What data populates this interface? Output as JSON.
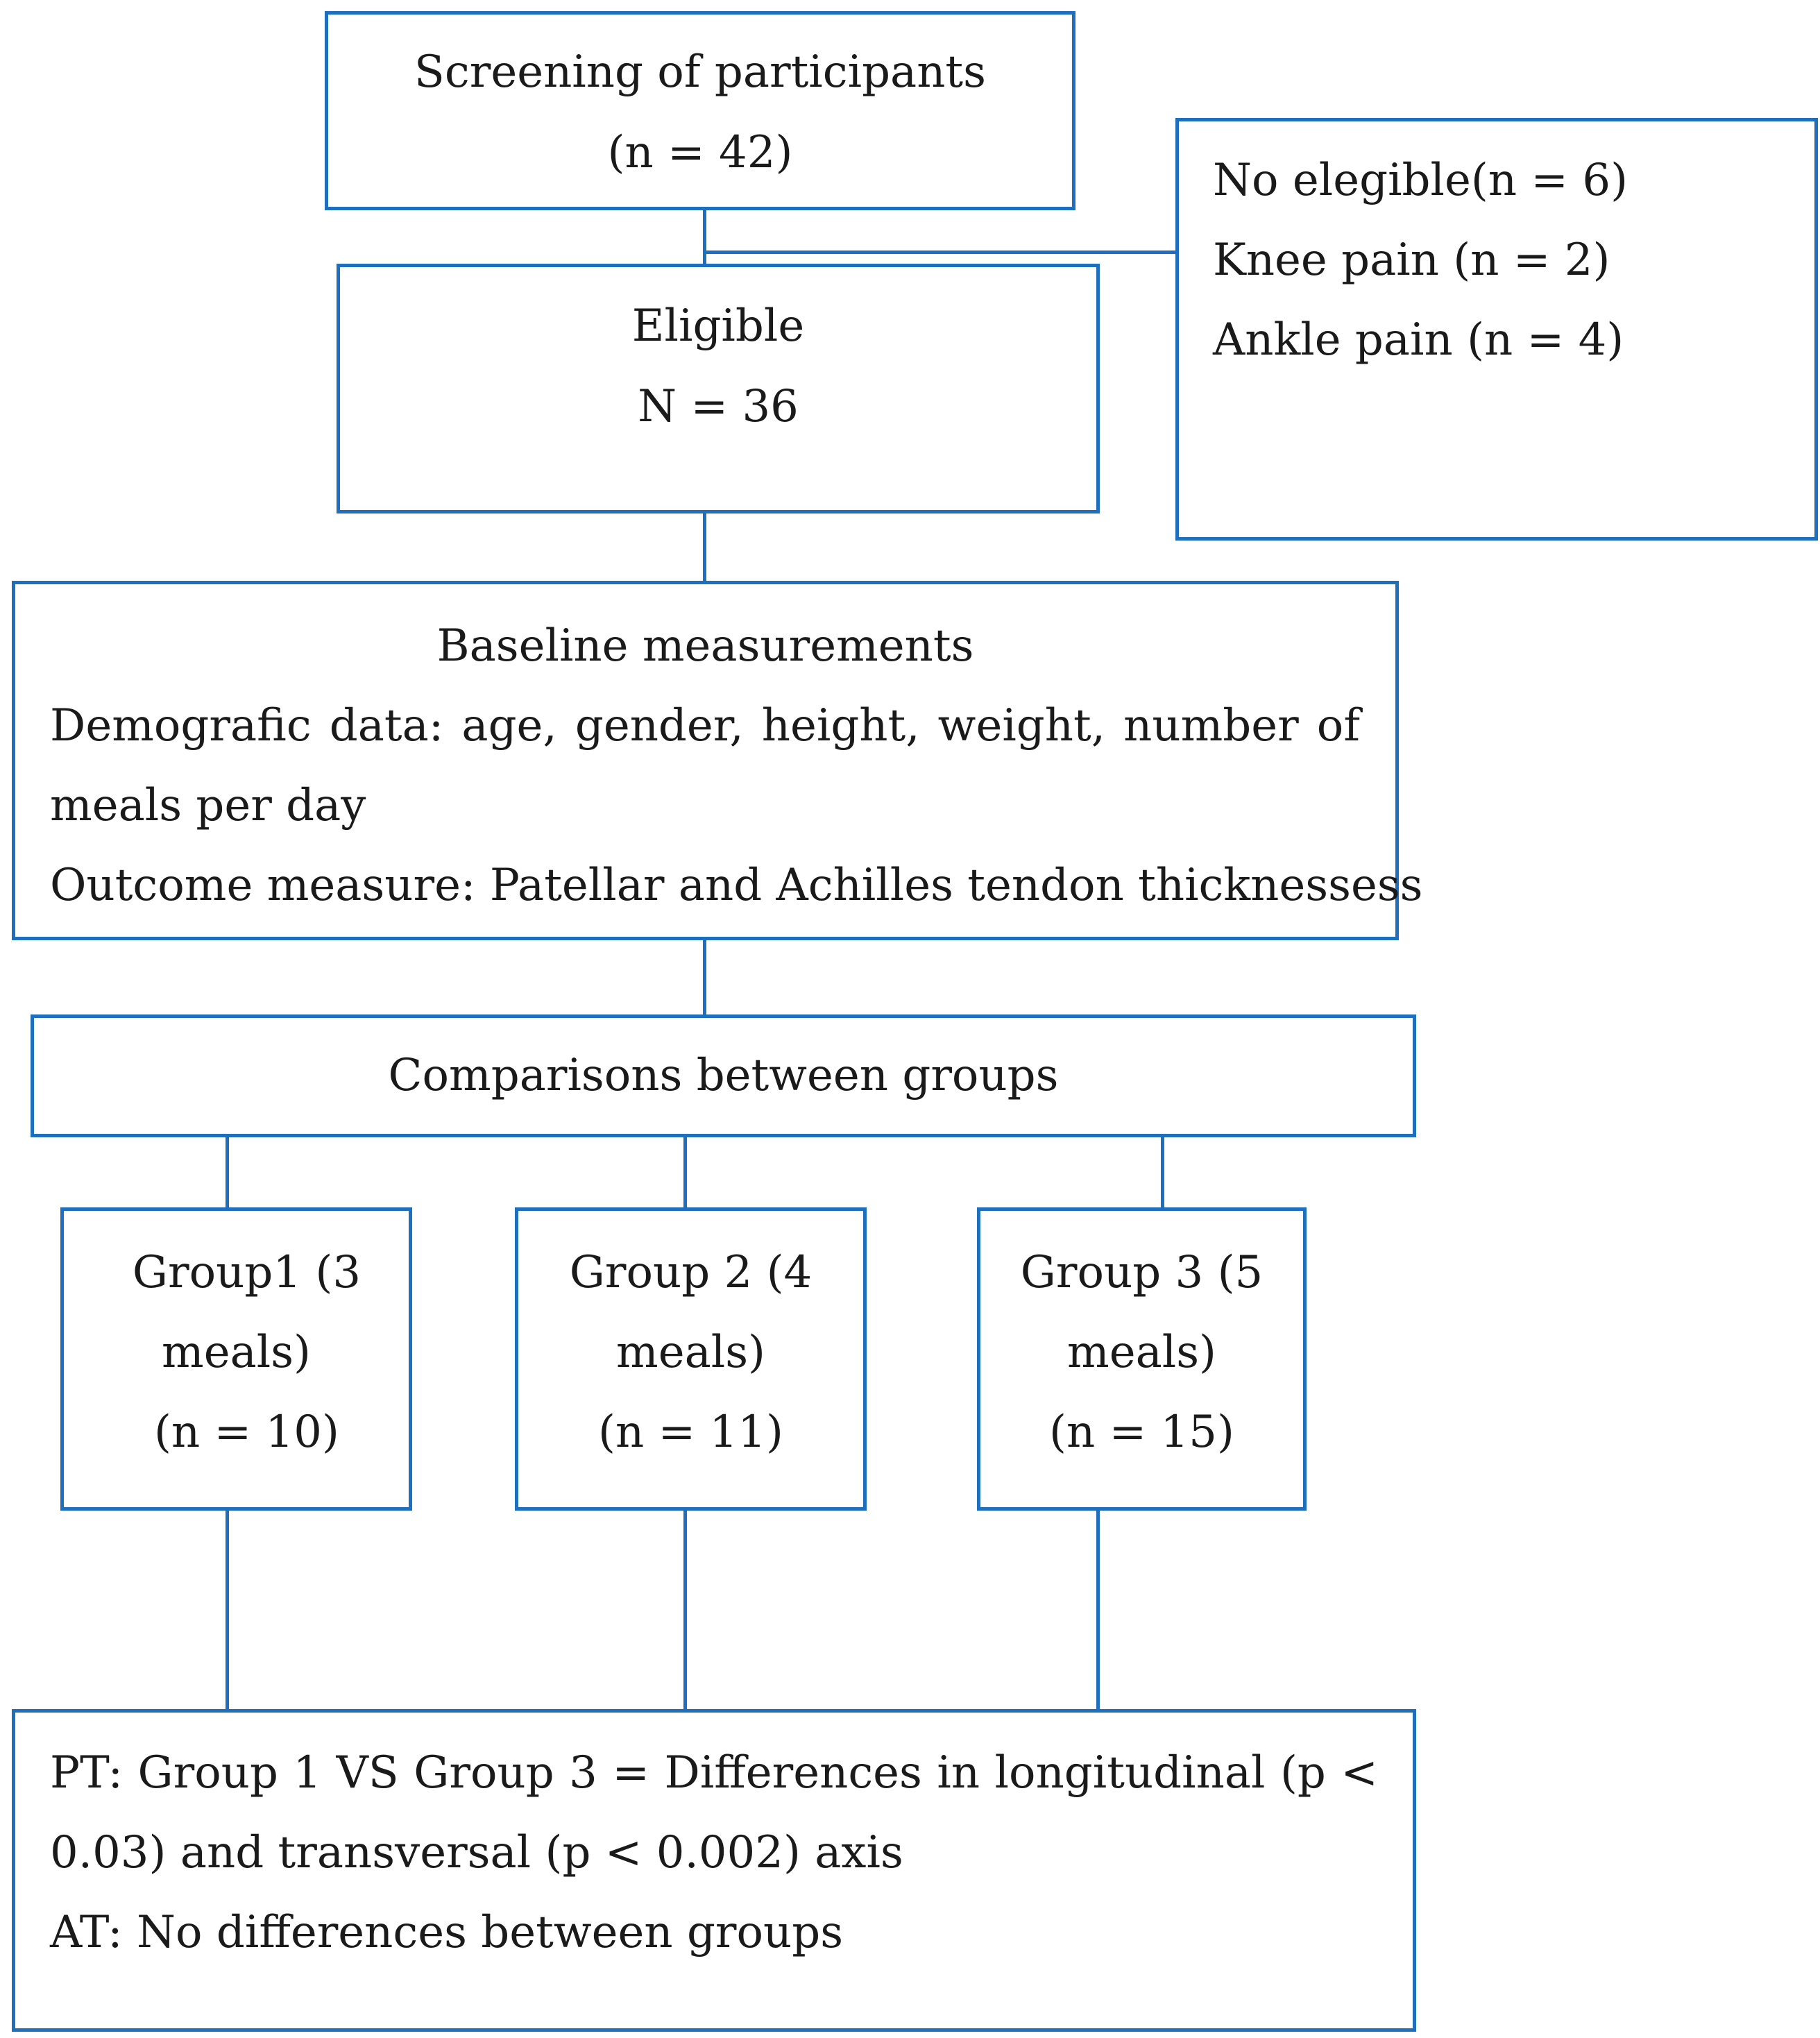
{
  "screening": {
    "line1": "Screening of participants",
    "line2": "(n = 42)"
  },
  "excluded": {
    "line1": "No elegible(n = 6)",
    "line2": "Knee pain (n = 2)",
    "line3": "Ankle pain (n = 4)"
  },
  "eligible": {
    "line1": "Eligible",
    "line2": "N = 36"
  },
  "baseline": {
    "title": "Baseline measurements",
    "line1": "Demografic data: age, gender, height, weight, number of",
    "line2": "meals per day",
    "line3": "Outcome measure: Patellar and Achilles tendon thicknessess"
  },
  "comparisons": {
    "label": "Comparisons between groups"
  },
  "group1": {
    "line1": "Group1 (3",
    "line2": "meals)",
    "line3": "(n = 10)"
  },
  "group2": {
    "line1": "Group 2 (4",
    "line2": "meals)",
    "line3": "(n = 11)"
  },
  "group3": {
    "line1": "Group 3 (5",
    "line2": "meals)",
    "line3": "(n = 15)"
  },
  "results": {
    "line1": "PT: Group 1 VS Group 3 = Differences in longitudinal (p <",
    "line2": "0.03) and transversal (p < 0.002) axis",
    "line3": "AT: No differences between groups"
  }
}
